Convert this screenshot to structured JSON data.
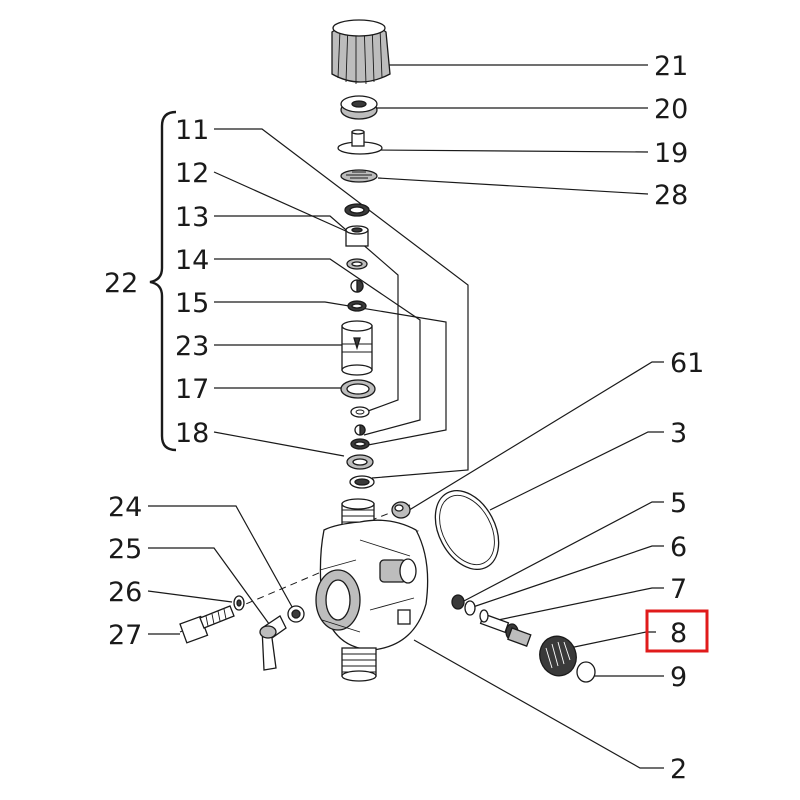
{
  "callouts": {
    "c21": "21",
    "c20": "20",
    "c19": "19",
    "c28": "28",
    "c11": "11",
    "c12": "12",
    "c13": "13",
    "c14": "14",
    "c15": "15",
    "c23": "23",
    "c17": "17",
    "c18": "18",
    "c22": "22",
    "c61": "61",
    "c3": "3",
    "c5": "5",
    "c6": "6",
    "c7": "7",
    "c8": "8",
    "c9": "9",
    "c24": "24",
    "c25": "25",
    "c26": "26",
    "c27": "27",
    "c2": "2"
  },
  "highlight": {
    "part": "8",
    "color": "#e01b1b"
  }
}
